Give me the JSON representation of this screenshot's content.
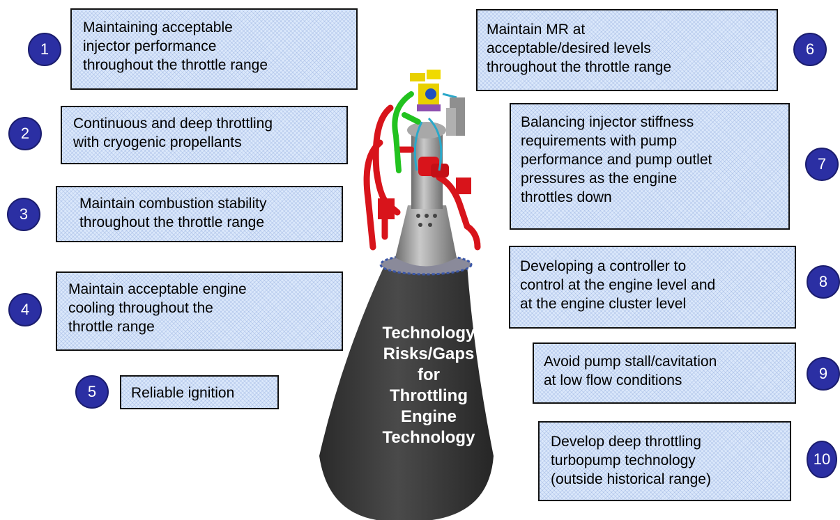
{
  "center_title": [
    "Technology",
    "Risks/Gaps",
    "for",
    "Throttling",
    "Engine",
    "Technology"
  ],
  "items": [
    {
      "number": "1",
      "lines": [
        "Maintaining acceptable",
        "injector performance",
        "throughout the throttle range"
      ]
    },
    {
      "number": "2",
      "lines": [
        "Continuous and deep throttling",
        "with cryogenic propellants"
      ]
    },
    {
      "number": "3",
      "lines": [
        "Maintain combustion stability",
        "throughout the throttle range"
      ]
    },
    {
      "number": "4",
      "lines": [
        "Maintain acceptable engine",
        "cooling throughout the",
        "throttle range"
      ]
    },
    {
      "number": "5",
      "lines": [
        "Reliable ignition"
      ]
    },
    {
      "number": "6",
      "lines": [
        "Maintain MR at",
        "acceptable/desired levels",
        "throughout the throttle range"
      ]
    },
    {
      "number": "7",
      "lines": [
        "Balancing injector stiffness",
        "requirements with pump",
        "performance and pump outlet",
        "pressures as the engine",
        "throttles down"
      ]
    },
    {
      "number": "8",
      "lines": [
        "Developing a controller to",
        "control at the engine level and",
        "at the engine cluster level"
      ]
    },
    {
      "number": "9",
      "lines": [
        "Avoid pump stall/cavitation",
        "at low flow conditions"
      ]
    },
    {
      "number": "10",
      "lines": [
        "Develop deep throttling",
        "turbopump technology",
        "(outside historical range)"
      ]
    }
  ],
  "colors": {
    "circle_fill": "#2b2fa3",
    "box_fill": "#dbe8fb",
    "nozzle": "#3a3a3a",
    "piping_red": "#d8141b",
    "piping_green": "#22c21f"
  }
}
